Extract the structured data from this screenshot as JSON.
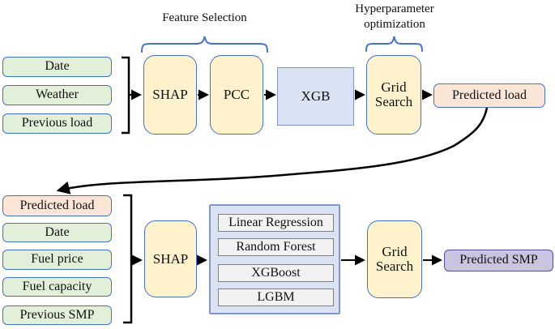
{
  "stage1": {
    "inputs": [
      "Date",
      "Weather",
      "Previous load"
    ],
    "feature_selection_label": "Feature Selection",
    "hyperparameter_label": "Hyperparameter optimization",
    "nodes": {
      "shap": "SHAP",
      "pcc": "PCC",
      "xgb": "XGB",
      "grid_search": "Grid Search"
    },
    "output": "Predicted load"
  },
  "stage2": {
    "inputs": [
      "Predicted load",
      "Date",
      "Fuel price",
      "Fuel capacity",
      "Previous SMP"
    ],
    "nodes": {
      "shap": "SHAP",
      "grid_search": "Grid Search"
    },
    "models": [
      "Linear Regression",
      "Random Forest",
      "XGBoost",
      "LGBM"
    ],
    "output": "Predicted SMP"
  },
  "colors": {
    "input-fill": "#e2efd9",
    "input-border": "#4472c4",
    "process-fill": "#fff2cc",
    "process-border": "#4472c4",
    "model-fill": "#dae3f3",
    "model-border": "#7e96c8",
    "submodel-fill": "#f2f2f2",
    "submodel-border": "#7f7f7f",
    "load-fill": "#fbe5d6",
    "load-border": "#4472c4",
    "smp-fill": "#cbc4e0",
    "smp-border": "#54518c",
    "brace": "#4472c4",
    "line": "#000000"
  }
}
